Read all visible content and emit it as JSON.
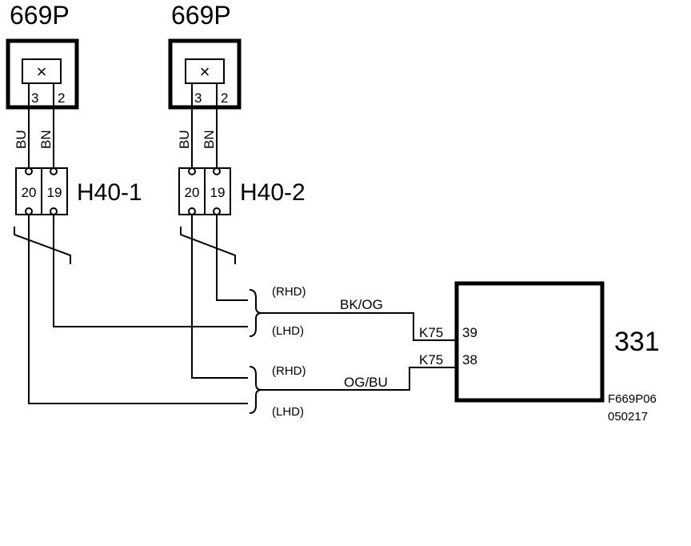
{
  "sensors": [
    {
      "name": "669P",
      "symbol": "×",
      "pin_a": "3",
      "pin_b": "2",
      "wire_a": "BU",
      "wire_b": "BN"
    },
    {
      "name": "669P",
      "symbol": "×",
      "pin_a": "3",
      "pin_b": "2",
      "wire_a": "BU",
      "wire_b": "BN"
    }
  ],
  "connectors": [
    {
      "name": "H40-1",
      "pin_a": "20",
      "pin_b": "19"
    },
    {
      "name": "H40-2",
      "pin_a": "20",
      "pin_b": "19"
    }
  ],
  "routing": {
    "upper_rhd": "(RHD)",
    "upper_lhd": "(LHD)",
    "lower_rhd": "(RHD)",
    "lower_lhd": "(LHD)",
    "upper_wire_color": "BK/OG",
    "lower_wire_color": "OG/BU"
  },
  "module": {
    "name": "331",
    "upper_connector": "K75",
    "upper_pin": "39",
    "lower_connector": "K75",
    "lower_pin": "38"
  },
  "figure_id": "F669P06",
  "figure_date": "050217"
}
